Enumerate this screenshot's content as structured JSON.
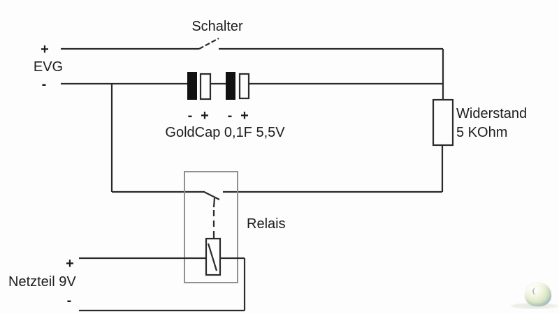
{
  "circuit": {
    "labels": {
      "switch": "Schalter",
      "supply_left": {
        "plus": "+",
        "name": "EVG",
        "minus": "-"
      },
      "capacitor": {
        "pol1_minus": "-",
        "pol1_plus": "+",
        "pol2_minus": "-",
        "pol2_plus": "+",
        "caption": "GoldCap 0,1F 5,5V"
      },
      "resistor": {
        "name": "Widerstand",
        "value": "5 KOhm"
      },
      "relay": "Relais",
      "supply_bottom": {
        "plus": "+",
        "name": "Netzteil 9V",
        "minus": "-"
      }
    },
    "colors": {
      "background": "#fdfdfd",
      "wire": "#2b2b2b",
      "text": "#1c1c1c",
      "relay_box": "#8f8f8f",
      "capacitor_plate": "#111111"
    },
    "watermark_icon": "glossy-bubble-logo"
  }
}
